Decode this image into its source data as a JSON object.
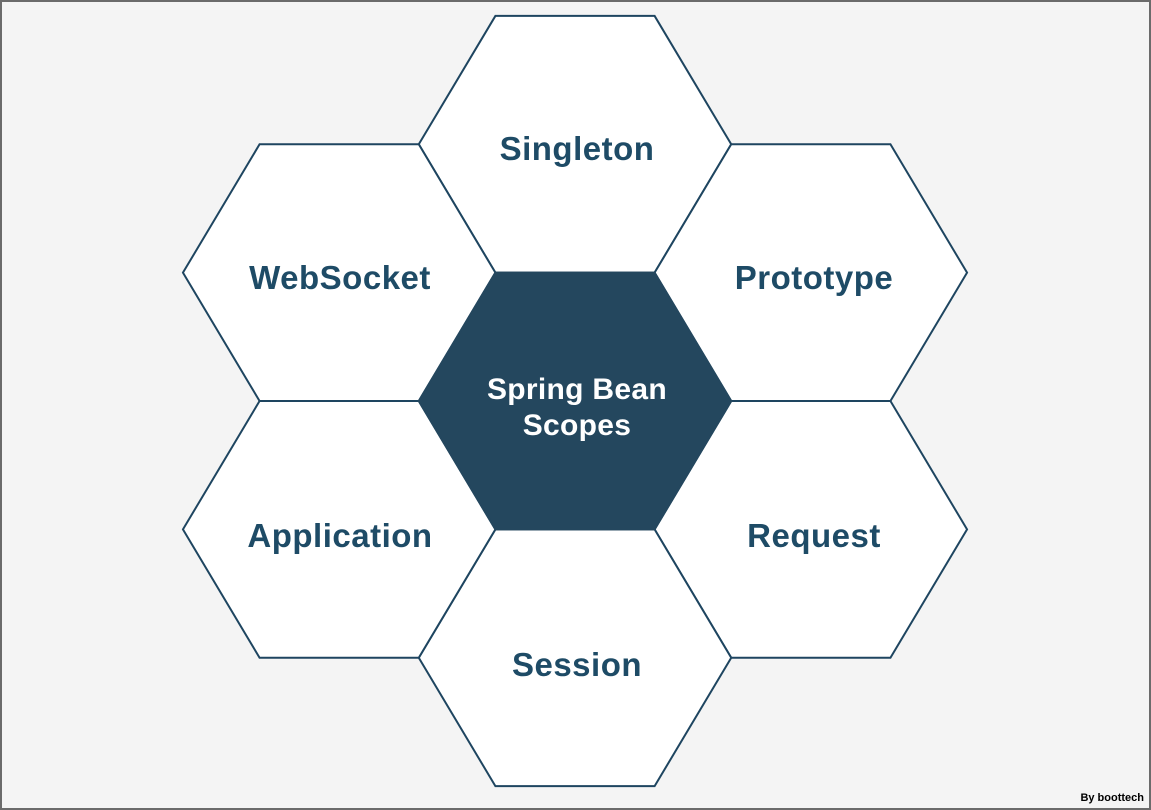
{
  "diagram": {
    "center_label": "Spring Bean Scopes",
    "scopes": [
      {
        "label": "Singleton",
        "position": "top"
      },
      {
        "label": "Prototype",
        "position": "upper-right"
      },
      {
        "label": "Request",
        "position": "lower-right"
      },
      {
        "label": "Session",
        "position": "bottom"
      },
      {
        "label": "Application",
        "position": "lower-left"
      },
      {
        "label": "WebSocket",
        "position": "upper-left"
      }
    ]
  },
  "credit": "By boottech",
  "colors": {
    "center-fill": "#24475e",
    "hex-stroke": "#1e4560",
    "hex-fill": "#ffffff",
    "label-color": "#1e4b66",
    "center-text": "#ffffff",
    "page-bg": "#f4f4f4",
    "frame-border": "#6b6b6b",
    "credit-color": "#000000"
  }
}
